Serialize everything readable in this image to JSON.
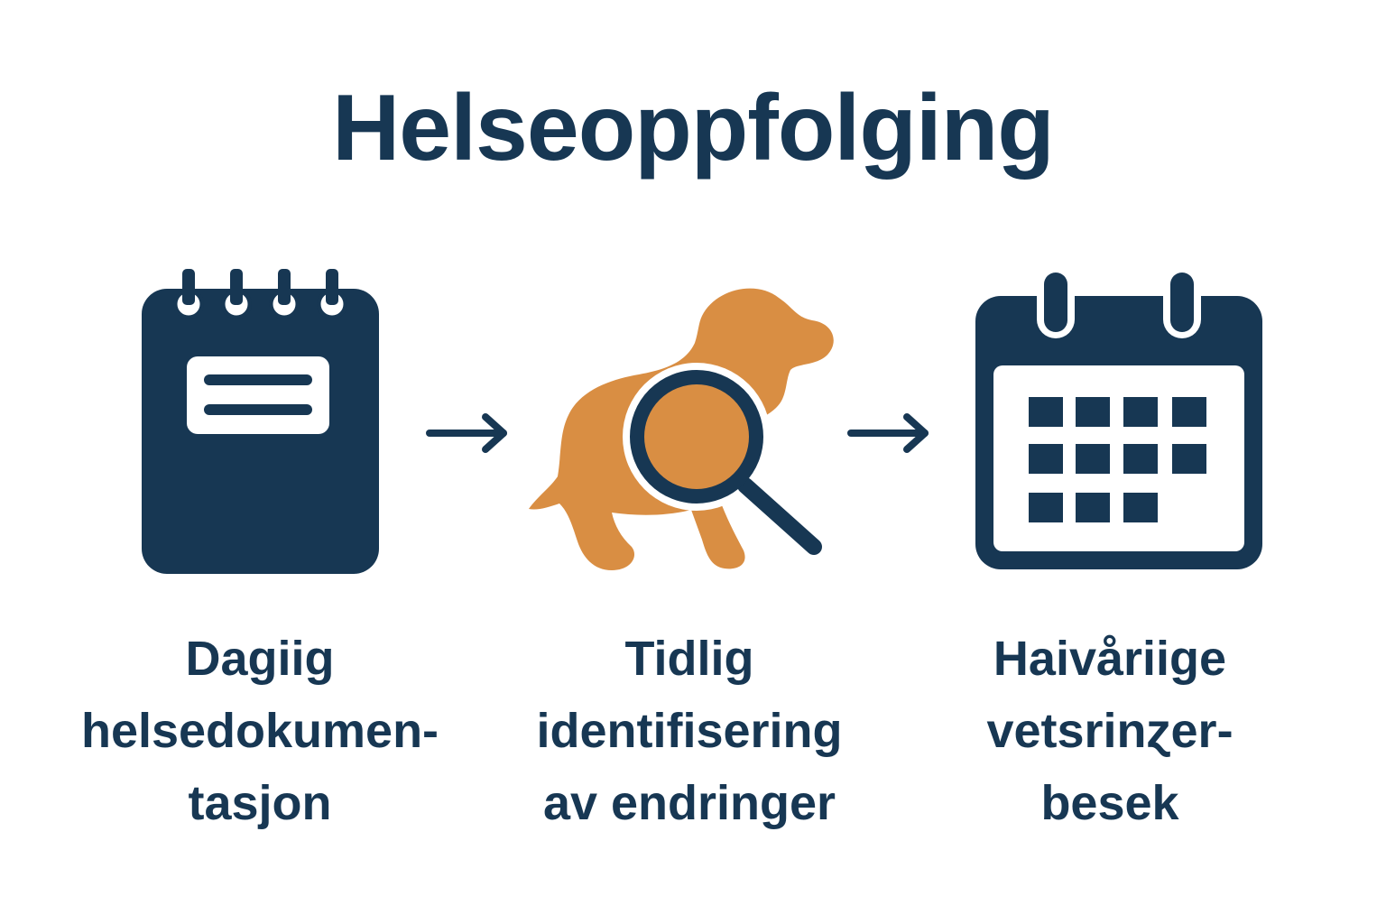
{
  "title": "Helseoppfolging",
  "colors": {
    "navy": "#173753",
    "orange": "#D98E43",
    "white": "#FFFFFF"
  },
  "steps": [
    {
      "icon": "notebook-icon",
      "lines": [
        "Dagiig",
        "helsedokumen-",
        "tasjon"
      ]
    },
    {
      "icon": "dog-magnifier-icon",
      "lines": [
        "Tidlig",
        "identifisering",
        "av endringer"
      ]
    },
    {
      "icon": "calendar-icon",
      "lines": [
        "Haivåriige",
        "vetsrinɀer-",
        "besek"
      ]
    }
  ],
  "connectors": [
    "arrow-right-icon",
    "arrow-right-icon"
  ]
}
